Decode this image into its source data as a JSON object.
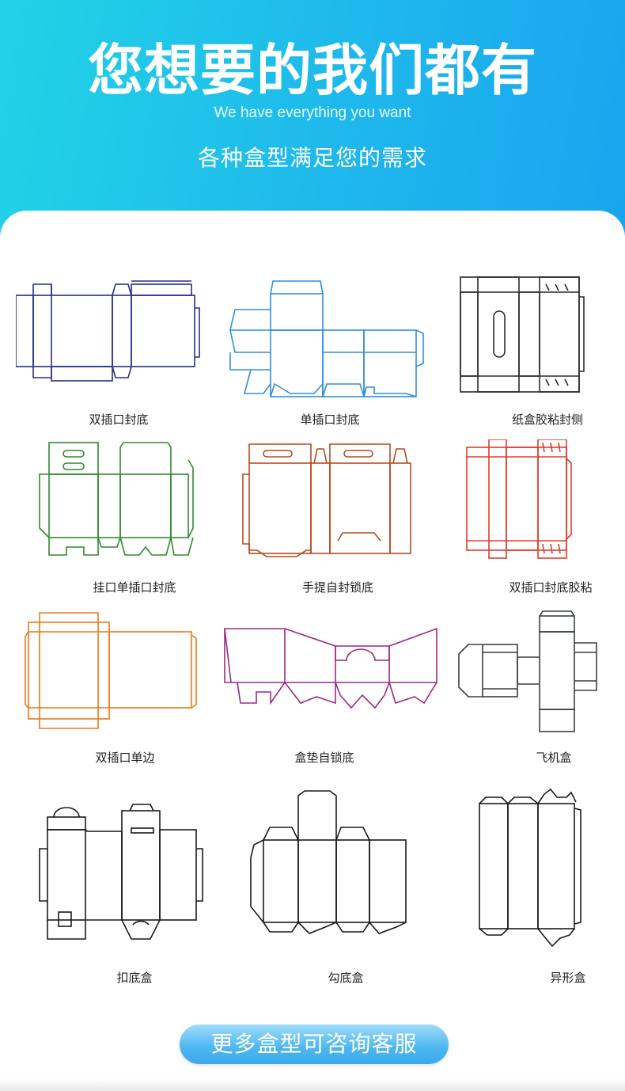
{
  "header": {
    "title": "您想要的我们都有",
    "subtitle": "We have everything you want",
    "tagline": "各种盒型满足您的需求"
  },
  "box_types": [
    {
      "label": "双插口封底",
      "color": "#2a2d85",
      "icon": "double-tuck-bottom-dieline"
    },
    {
      "label": "单插口封底",
      "color": "#2f8fdd",
      "icon": "single-tuck-bottom-dieline"
    },
    {
      "label": "纸盒胶粘封侧",
      "color": "#2b2b2b",
      "icon": "glued-side-dieline"
    },
    {
      "label": "挂口单插口封底",
      "color": "#2f8a2f",
      "icon": "hang-tab-single-tuck-dieline"
    },
    {
      "label": "手提自封锁底",
      "color": "#b54a1e",
      "icon": "handle-lock-bottom-dieline"
    },
    {
      "label": "双插口封底胶粘",
      "color": "#e23b2a",
      "icon": "double-tuck-glued-dieline"
    },
    {
      "label": "双插口单边",
      "color": "#ea7a1c",
      "icon": "double-tuck-single-side-dieline"
    },
    {
      "label": "盒垫自锁底",
      "color": "#9a2a84",
      "icon": "insert-lock-bottom-dieline"
    },
    {
      "label": "飞机盒",
      "color": "#3a3f48",
      "icon": "mailer-box-dieline"
    },
    {
      "label": "扣底盒",
      "color": "#1a1a1a",
      "icon": "snap-bottom-box-dieline"
    },
    {
      "label": "勾底盒",
      "color": "#1a1a1a",
      "icon": "hook-bottom-box-dieline"
    },
    {
      "label": "异形盒",
      "color": "#1a1a1a",
      "icon": "special-shape-box-dieline"
    }
  ],
  "cta": {
    "label": "更多盒型可咨询客服"
  },
  "colors": {
    "hero_start": "#22d3e6",
    "hero_end": "#1aa4ef",
    "cta": "#3ba9ec"
  }
}
